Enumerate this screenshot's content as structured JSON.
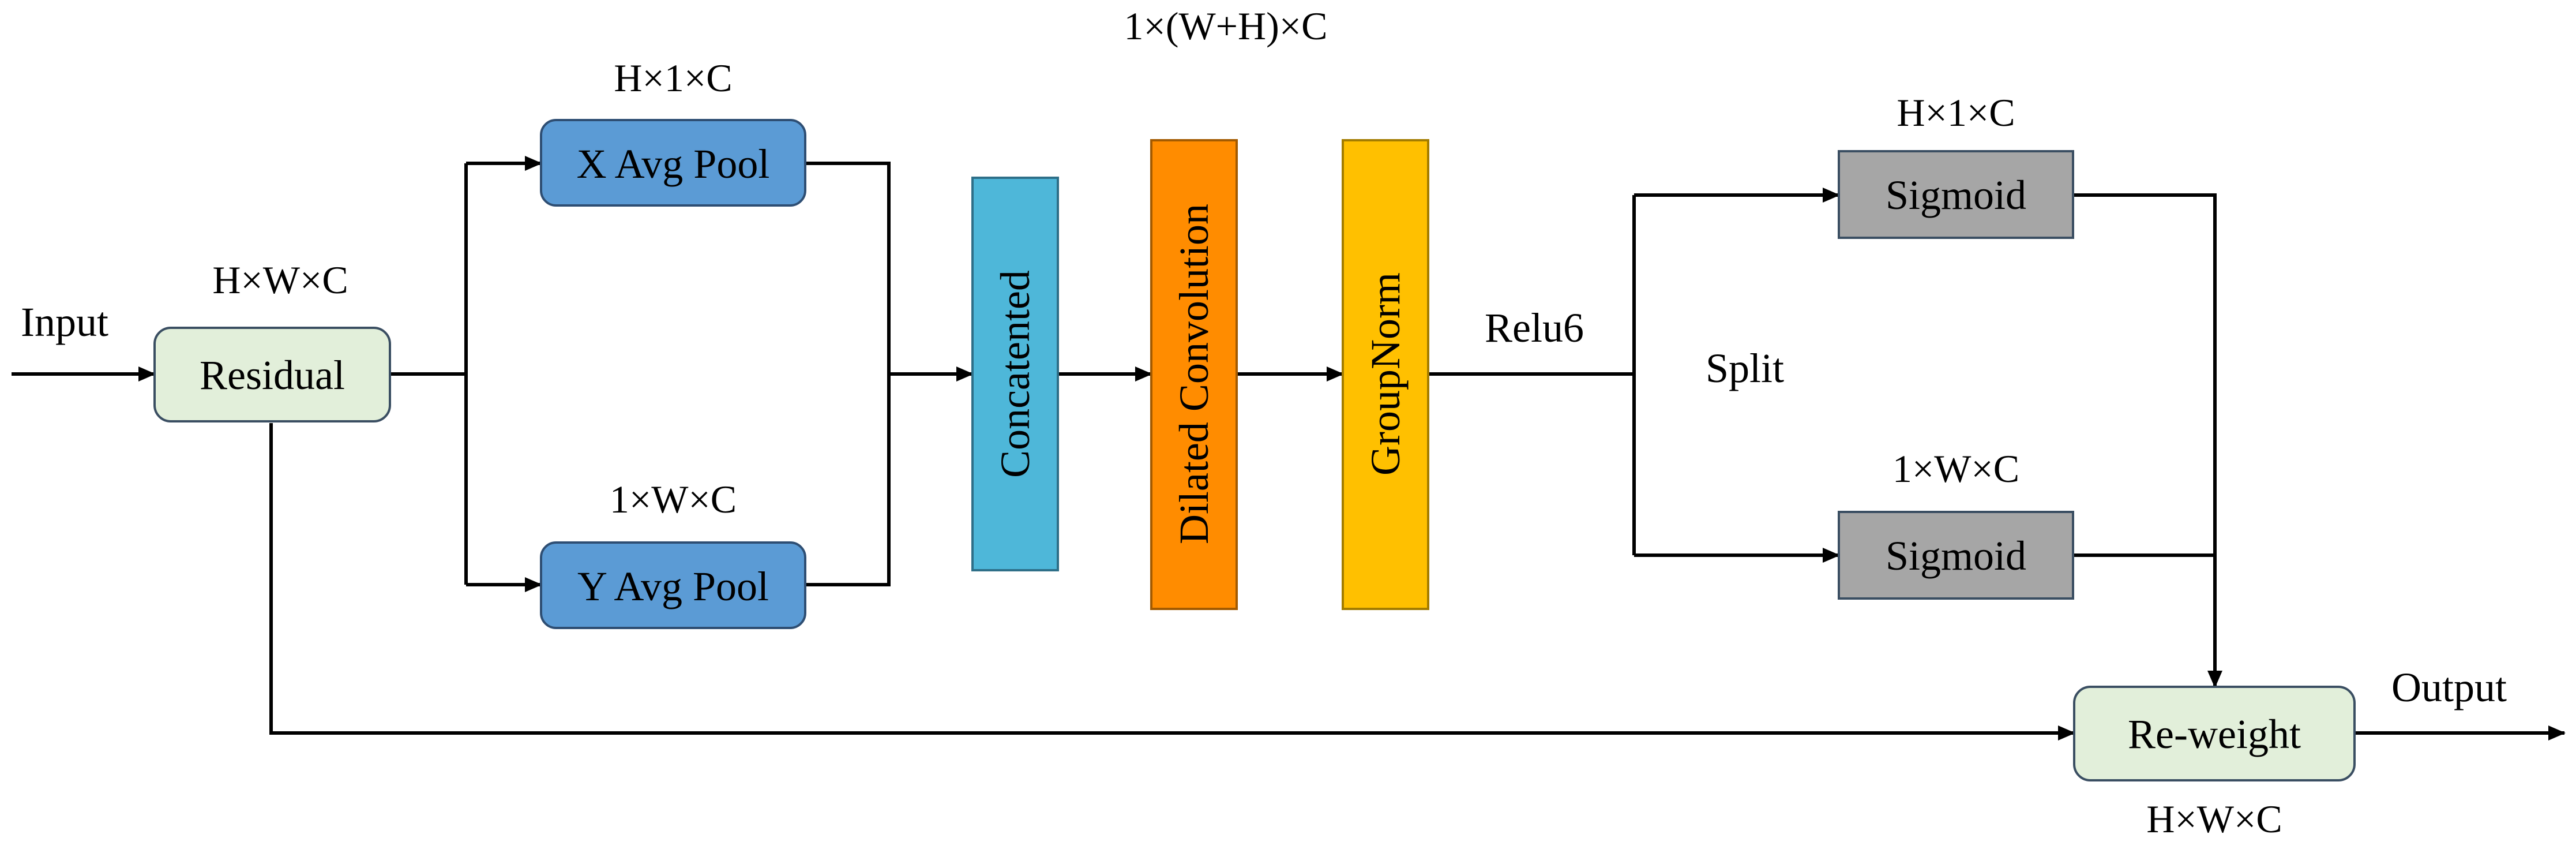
{
  "io": {
    "input_label": "Input",
    "output_label": "Output"
  },
  "nodes": {
    "residual": {
      "label": "Residual",
      "fill": "#E2EFDA",
      "stroke": "#3A4E62"
    },
    "x_pool": {
      "label": "X Avg Pool",
      "fill": "#5B9BD5",
      "stroke": "#2E4E73"
    },
    "y_pool": {
      "label": "Y Avg Pool",
      "fill": "#5B9BD5",
      "stroke": "#2E4E73"
    },
    "concat": {
      "label": "Concatented",
      "fill": "#4EB7D9",
      "stroke": "#2E6F88"
    },
    "dilated": {
      "label": "Dilated Convolution",
      "fill": "#FF8C00",
      "stroke": "#A35A00"
    },
    "groupnorm": {
      "label": "GroupNorm",
      "fill": "#FFC000",
      "stroke": "#A37C00"
    },
    "sigmoid_top": {
      "label": "Sigmoid",
      "fill": "#A6A6A6",
      "stroke": "#3A4E62"
    },
    "sigmoid_bottom": {
      "label": "Sigmoid",
      "fill": "#A6A6A6",
      "stroke": "#3A4E62"
    },
    "reweight": {
      "label": "Re-weight",
      "fill": "#E2EFDA",
      "stroke": "#3A4E62"
    }
  },
  "dims": {
    "residual": "H×W×C",
    "x_pool": "H×1×C",
    "y_pool": "1×W×C",
    "concat_top": "1×(W+H)×C",
    "sigmoid_top": "H×1×C",
    "sigmoid_bottom": "1×W×C",
    "reweight": "H×W×C"
  },
  "flow_labels": {
    "relu": "Relu6",
    "split": "Split"
  }
}
